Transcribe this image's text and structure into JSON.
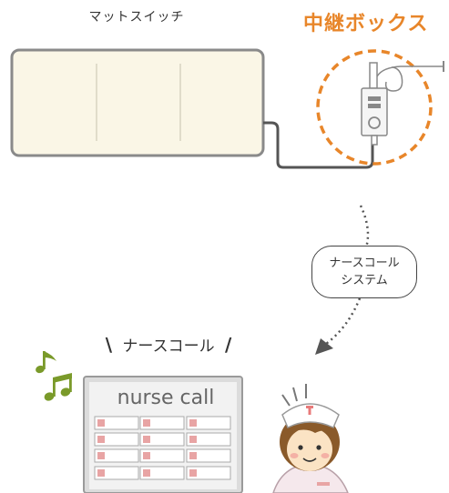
{
  "labels": {
    "mat_switch": "マットスイッチ",
    "relay_box": "中継ボックス",
    "callout": "ナースコール",
    "slash_left": "\\",
    "slash_right": "/",
    "nurse_call_system_line1": "ナースコール",
    "nurse_call_system_line2": "システム",
    "panel_title": "nurse call"
  },
  "colors": {
    "accent_orange": "#e8862a",
    "mat_fill": "#faf6e6",
    "mat_border": "#8a8a8a",
    "cable": "#555555",
    "note_green": "#7a9a2a",
    "panel_border": "#9a9a9a",
    "panel_fill": "#f2f2f2",
    "indicator_pink": "#e8a4a4"
  },
  "icons": [
    "music-notes-icon",
    "nurse-icon",
    "relay-box-icon",
    "mat-switch-icon",
    "call-panel-icon"
  ]
}
